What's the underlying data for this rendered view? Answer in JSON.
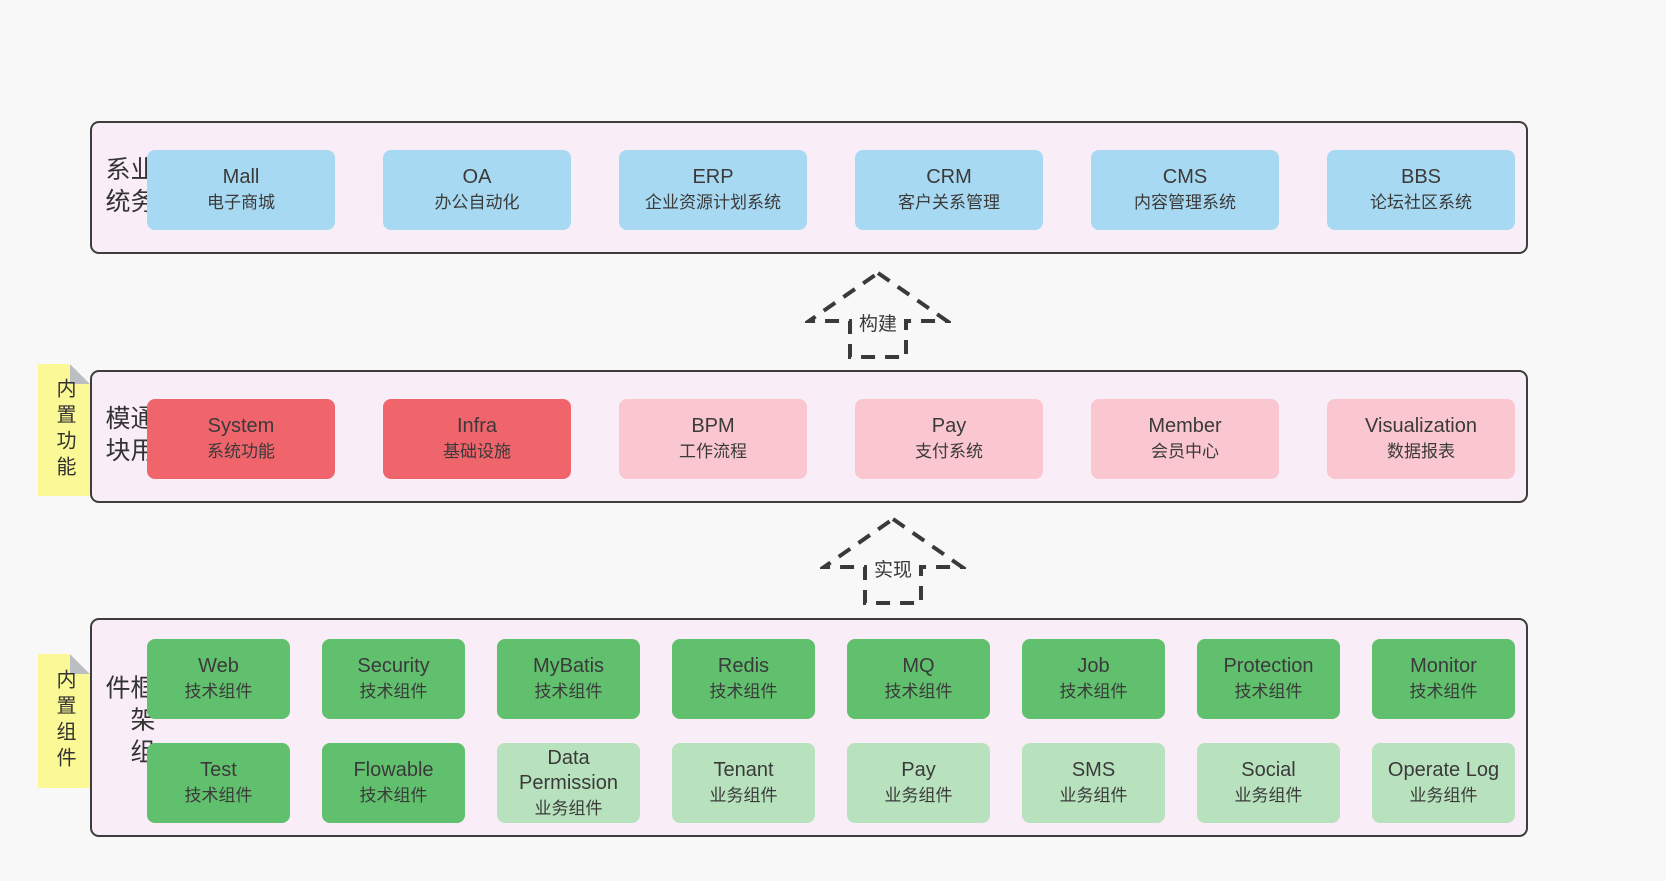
{
  "business": {
    "label": "业务系统",
    "items": [
      {
        "name": "Mall",
        "subtitle": "电子商城"
      },
      {
        "name": "OA",
        "subtitle": "办公自动化"
      },
      {
        "name": "ERP",
        "subtitle": "企业资源计划系统"
      },
      {
        "name": "CRM",
        "subtitle": "客户关系管理"
      },
      {
        "name": "CMS",
        "subtitle": "内容管理系统"
      },
      {
        "name": "BBS",
        "subtitle": "论坛社区系统"
      }
    ]
  },
  "arrows": {
    "build": "构建",
    "implement": "实现"
  },
  "modules": {
    "label": "通用模块",
    "sticky": "内置功能",
    "items": [
      {
        "name": "System",
        "subtitle": "系统功能",
        "variant": "red"
      },
      {
        "name": "Infra",
        "subtitle": "基础设施",
        "variant": "red"
      },
      {
        "name": "BPM",
        "subtitle": "工作流程",
        "variant": "pink"
      },
      {
        "name": "Pay",
        "subtitle": "支付系统",
        "variant": "pink"
      },
      {
        "name": "Member",
        "subtitle": "会员中心",
        "variant": "pink"
      },
      {
        "name": "Visualization",
        "subtitle": "数据报表",
        "variant": "pink"
      }
    ]
  },
  "components": {
    "label": "框架组件",
    "sticky": "内置组件",
    "items": [
      {
        "name": "Web",
        "subtitle": "技术组件",
        "variant": "green"
      },
      {
        "name": "Security",
        "subtitle": "技术组件",
        "variant": "green"
      },
      {
        "name": "MyBatis",
        "subtitle": "技术组件",
        "variant": "green"
      },
      {
        "name": "Redis",
        "subtitle": "技术组件",
        "variant": "green"
      },
      {
        "name": "MQ",
        "subtitle": "技术组件",
        "variant": "green"
      },
      {
        "name": "Job",
        "subtitle": "技术组件",
        "variant": "green"
      },
      {
        "name": "Protection",
        "subtitle": "技术组件",
        "variant": "green"
      },
      {
        "name": "Monitor",
        "subtitle": "技术组件",
        "variant": "green"
      },
      {
        "name": "Test",
        "subtitle": "技术组件",
        "variant": "green"
      },
      {
        "name": "Flowable",
        "subtitle": "技术组件",
        "variant": "green"
      },
      {
        "name": "Data Permission",
        "subtitle": "业务组件",
        "variant": "green-light"
      },
      {
        "name": "Tenant",
        "subtitle": "业务组件",
        "variant": "green-light"
      },
      {
        "name": "Pay",
        "subtitle": "业务组件",
        "variant": "green-light"
      },
      {
        "name": "SMS",
        "subtitle": "业务组件",
        "variant": "green-light"
      },
      {
        "name": "Social",
        "subtitle": "业务组件",
        "variant": "green-light"
      },
      {
        "name": "Operate Log",
        "subtitle": "业务组件",
        "variant": "green-light"
      }
    ]
  },
  "colors": {
    "page_bg": "#f8f8f8",
    "section_bg": "#f9edf7",
    "section_border": "#3d3d3d",
    "blue": "#a8d9f2",
    "red": "#f0646c",
    "pink": "#fac6d0",
    "green": "#61c06d",
    "green_light": "#b8e2bd",
    "sticky_yellow": "#fbf896",
    "fold_gray": "#bcbfc2",
    "text": "#3a3a3a"
  }
}
